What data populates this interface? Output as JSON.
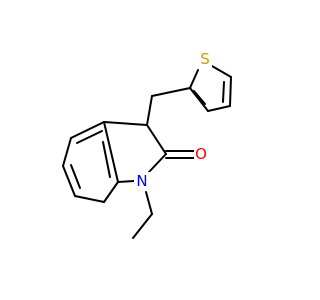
{
  "molecule": {
    "atoms": [
      {
        "id": "S",
        "label": "S",
        "color": "#c6a300"
      },
      {
        "id": "O",
        "label": "O",
        "color": "#ff0000"
      },
      {
        "id": "N",
        "label": "N",
        "color": "#0000ff"
      }
    ]
  }
}
